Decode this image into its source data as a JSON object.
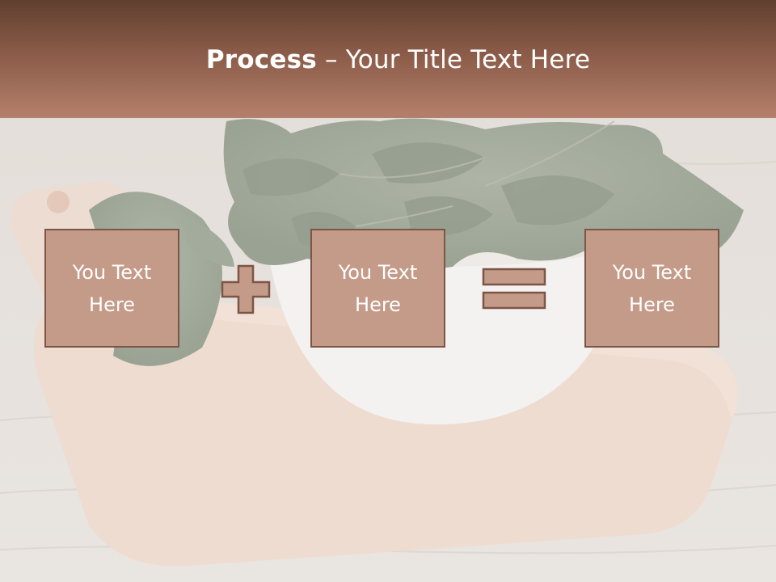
{
  "slide": {
    "title_bold": "Process",
    "title_rest": " – Your Title Text Here",
    "boxes": [
      {
        "text": "You Text Here"
      },
      {
        "text": "You Text Here"
      },
      {
        "text": "You Text Here"
      }
    ],
    "operators": [
      "plus-icon",
      "equals-icon"
    ],
    "colors": {
      "header_top": "#603f2f",
      "header_bottom": "#b4806b",
      "box_fill": "#c49a88",
      "box_border": "#7d5545",
      "text": "#ffffff"
    }
  }
}
